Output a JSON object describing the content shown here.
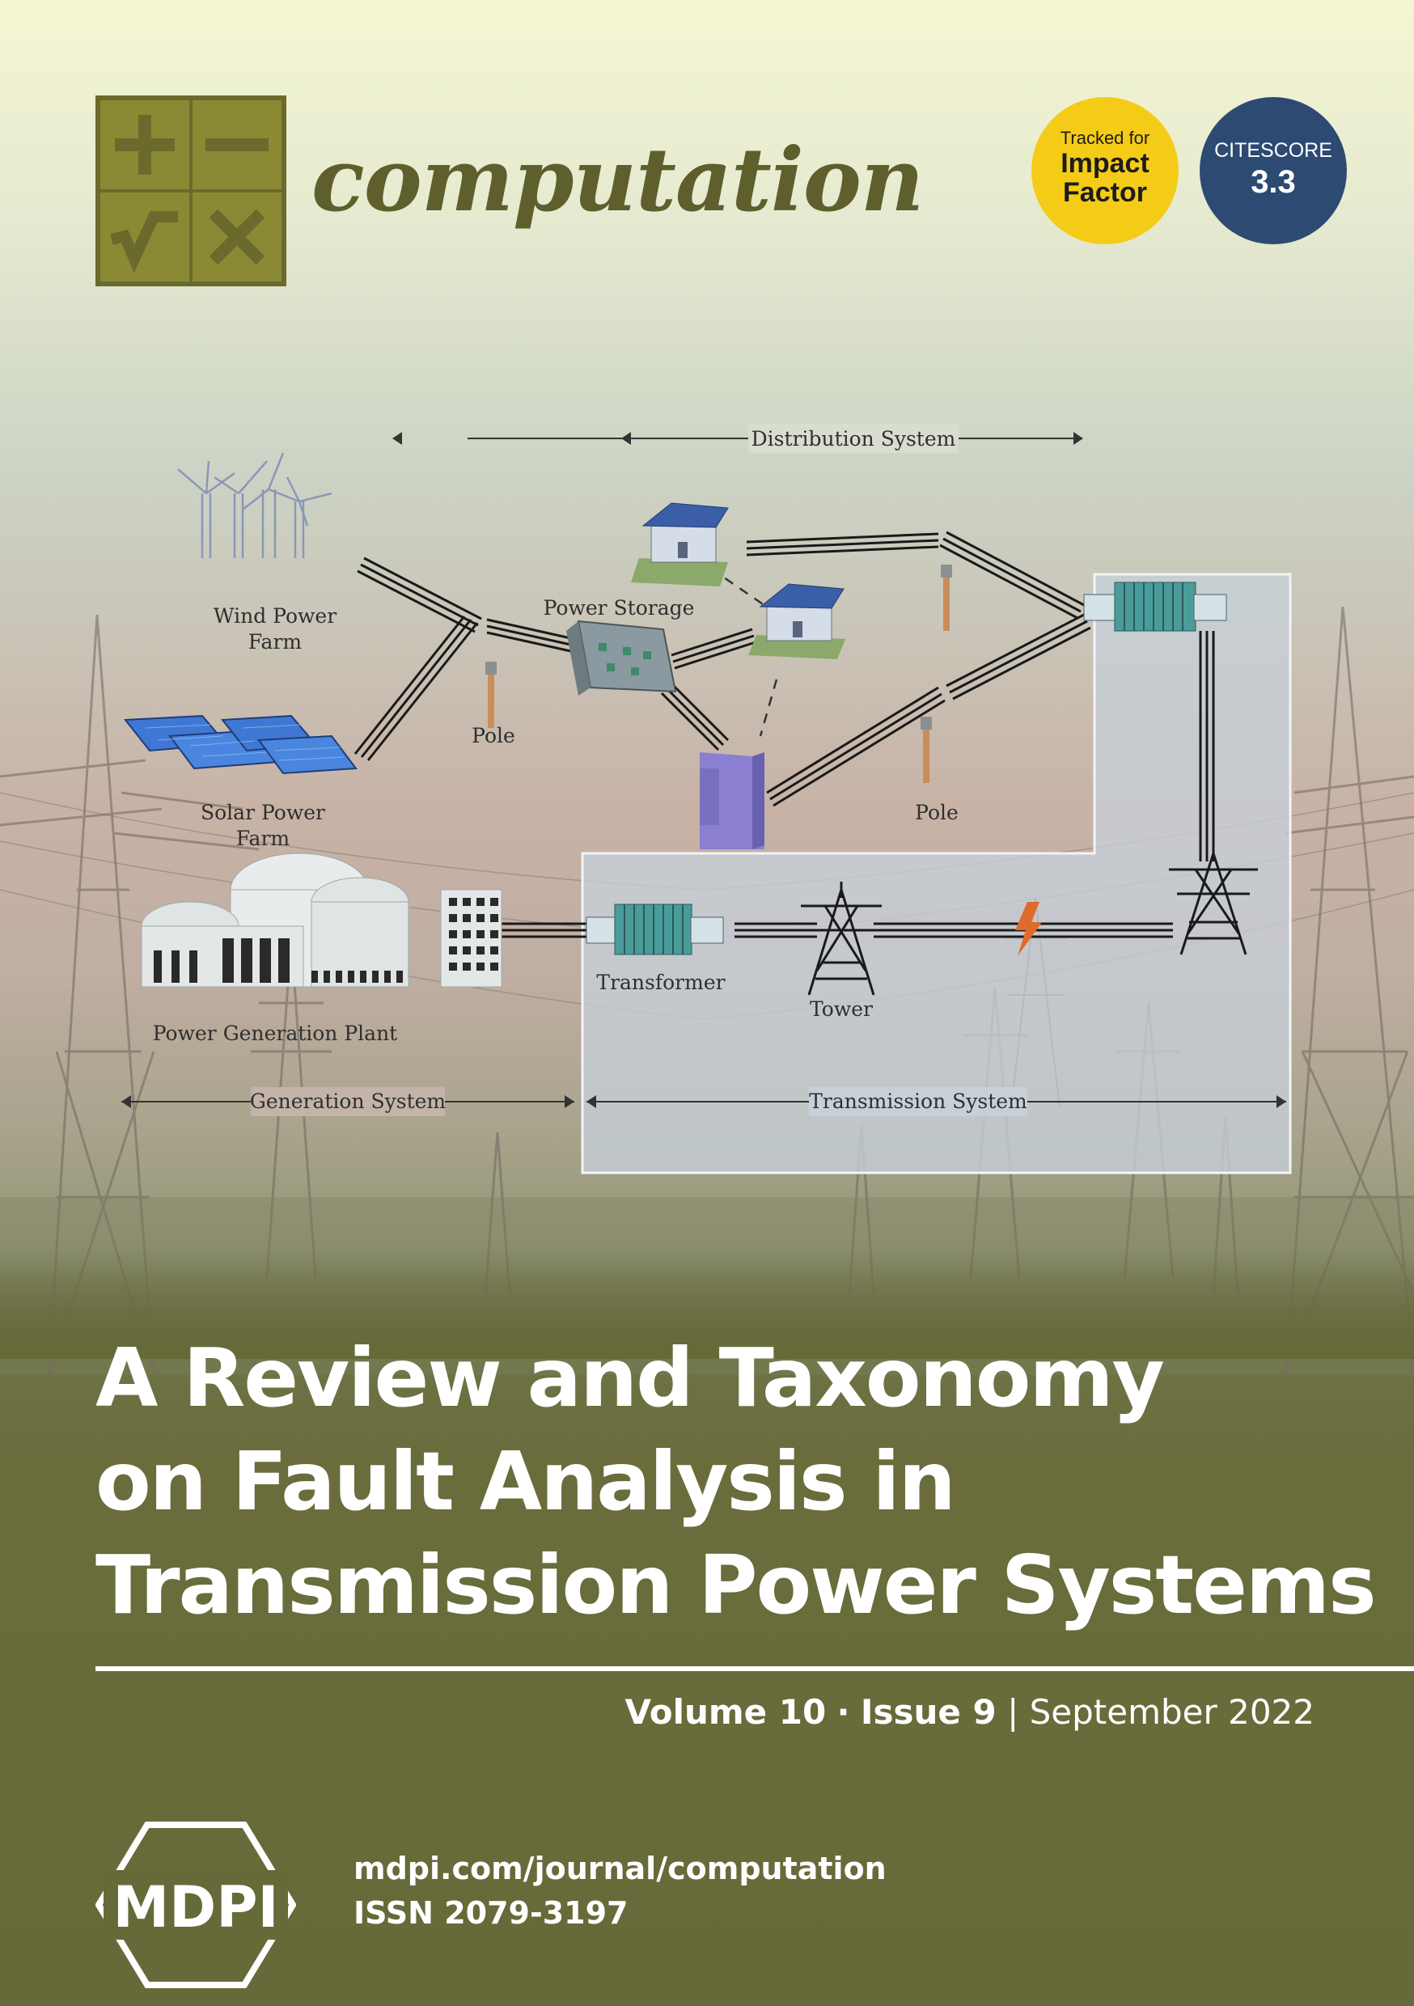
{
  "journal": {
    "name": "computation",
    "colors": {
      "olive_dark": "#6b6a2d",
      "olive_light": "#8a8a34",
      "footer": "#666a38"
    }
  },
  "logo": {
    "icons": [
      "plus-icon",
      "minus-icon",
      "sqrt-icon",
      "times-icon"
    ]
  },
  "badges": {
    "impact": {
      "line1": "Tracked for",
      "line2": "Impact",
      "line3": "Factor",
      "color": "#f4cc17"
    },
    "citescore": {
      "label": "CITESCORE",
      "value": "3.3",
      "color": "#2d4a72"
    }
  },
  "diagram": {
    "distribution_system": "Distribution System",
    "wind_farm_line1": "Wind Power",
    "wind_farm_line2": "Farm",
    "power_storage": "Power Storage",
    "pole_left": "Pole",
    "pole_right": "Pole",
    "solar_farm_line1": "Solar Power",
    "solar_farm_line2": "Farm",
    "transformer": "Transformer",
    "tower": "Tower",
    "power_plant": "Power Generation Plant",
    "generation_system": "Generation System",
    "transmission_system": "Transmission System",
    "fault_color": "#e06a2a"
  },
  "article": {
    "title_lines": [
      "A Review and Taxonomy",
      "on Fault Analysis in",
      "Transmission Power Systems"
    ]
  },
  "issue": {
    "volume": "Volume 10",
    "separator": "·",
    "issue": "Issue 9",
    "divider": "|",
    "date": "September 2022"
  },
  "publisher": {
    "logo_text": "MDPI",
    "url": "mdpi.com/journal/computation",
    "issn": "ISSN 2079-3197"
  }
}
